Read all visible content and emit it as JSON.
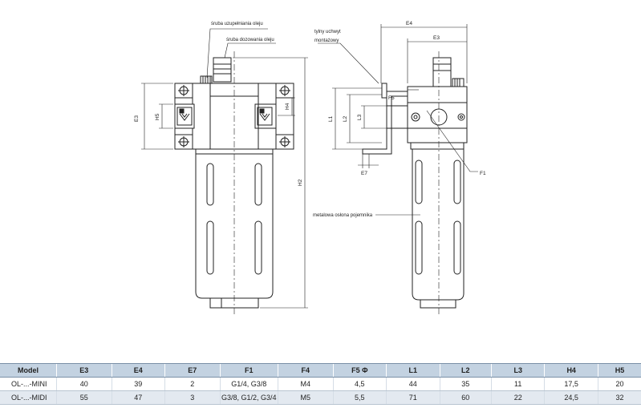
{
  "labels": {
    "oil_fill_screw": "śruba uzupełniania oleju",
    "oil_dose_screw": "śruba dozowania oleju",
    "rear_mount": "tylny uchwyt montażowy",
    "bowl_guard": "metalowa osłona pojemnika"
  },
  "dimensions": {
    "E3": "E3",
    "E4": "E4",
    "E7": "E7",
    "F1": "F1",
    "F5": "F5",
    "H2": "H2",
    "H4": "H4",
    "H5": "H5",
    "L1": "L1",
    "L2": "L2",
    "L3": "L3"
  },
  "table": {
    "headers": [
      "Model",
      "E3",
      "E4",
      "E7",
      "F1",
      "F4",
      "F5 Φ",
      "L1",
      "L2",
      "L3",
      "H4",
      "H5"
    ],
    "rows": [
      [
        "OL-...-MINI",
        "40",
        "39",
        "2",
        "G1/4, G3/8",
        "M4",
        "4,5",
        "44",
        "35",
        "11",
        "17,5",
        "20"
      ],
      [
        "OL-...-MIDI",
        "55",
        "47",
        "3",
        "G3/8, G1/2, G3/4",
        "M5",
        "5,5",
        "71",
        "60",
        "22",
        "24,5",
        "32"
      ]
    ]
  }
}
